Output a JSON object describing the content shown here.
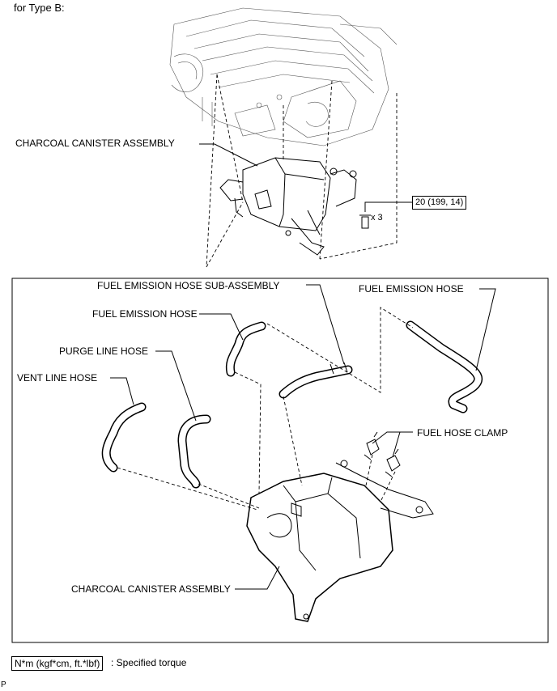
{
  "header": {
    "variant_label": "for Type B:"
  },
  "callouts": {
    "canister_top": "CHARCOAL CANISTER ASSEMBLY",
    "torque_value": "20 (199, 14)",
    "bolt_qty": "x 3",
    "fuel_emission_hose_sub": "FUEL EMISSION HOSE SUB-ASSEMBLY",
    "fuel_emission_hose_right": "FUEL EMISSION HOSE",
    "fuel_emission_hose_left": "FUEL EMISSION HOSE",
    "purge_line_hose": "PURGE LINE HOSE",
    "vent_line_hose": "VENT LINE HOSE",
    "fuel_hose_clamp": "FUEL HOSE CLAMP",
    "canister_bottom": "CHARCOAL CANISTER ASSEMBLY"
  },
  "legend": {
    "unit_box": "N*m (kgf*cm, ft.*lbf)",
    "description": ": Specified torque"
  },
  "footer": {
    "corner_mark": "P"
  }
}
